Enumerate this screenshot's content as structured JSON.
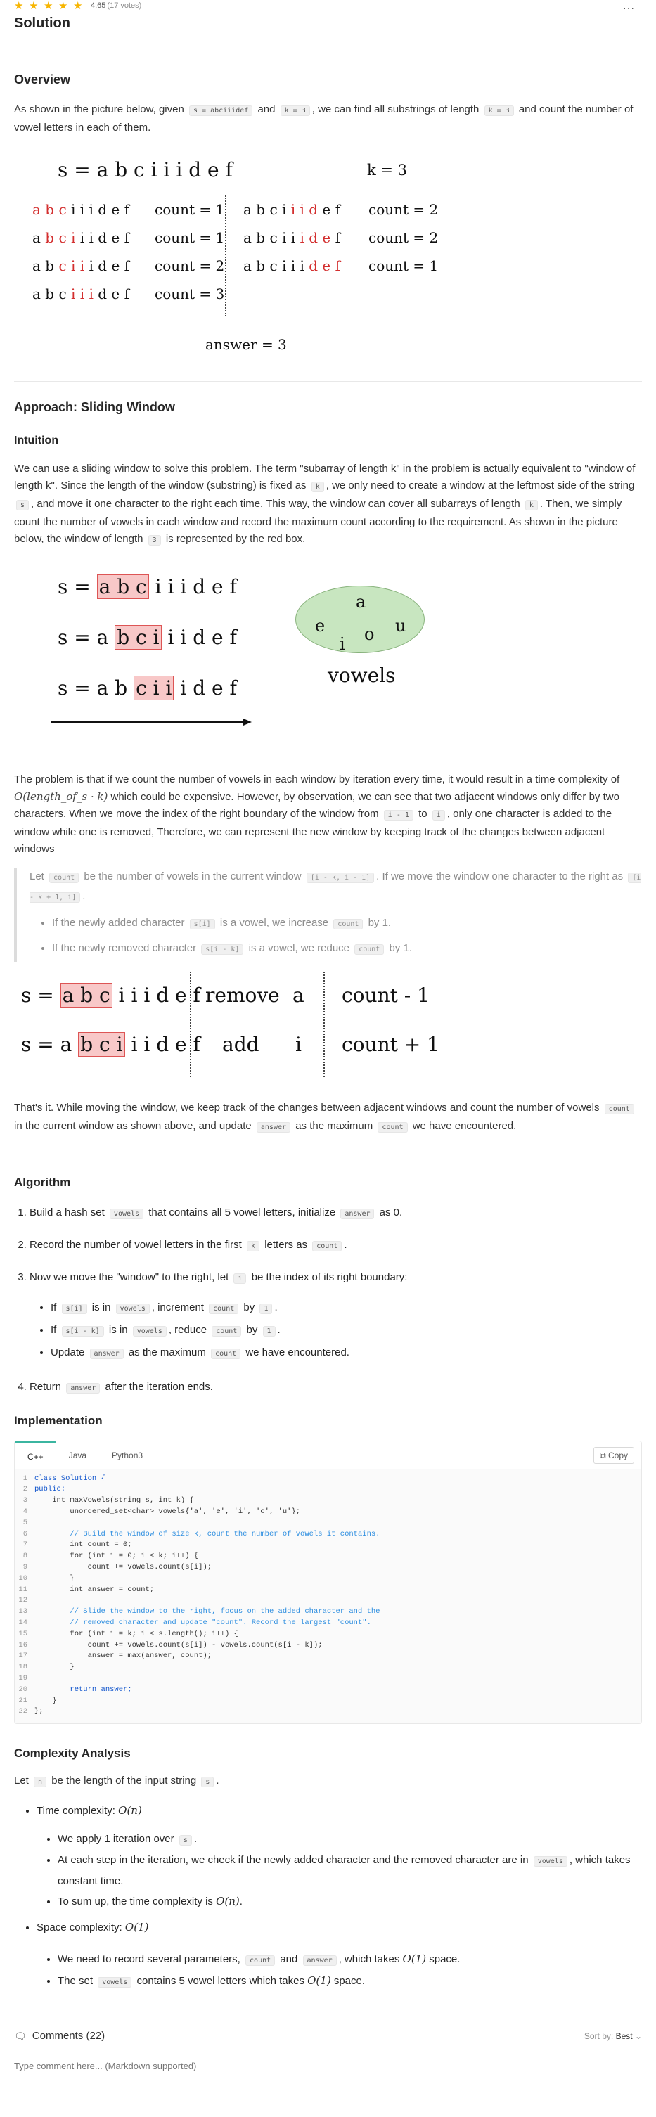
{
  "header": {
    "stars": 5,
    "rating": "4.65",
    "votes": "(17 votes)",
    "more_label": "···",
    "title": "Solution"
  },
  "overview": {
    "heading": "Overview",
    "p1_a": "As shown in the picture below, given",
    "p1_code1": "s = abciiidef",
    "p1_b": "and",
    "p1_code2": "k = 3",
    "p1_c": ", we can find all substrings of length",
    "p1_code3": "k = 3",
    "p1_d": "and count the number of vowel letters in each of them.",
    "fig": {
      "s_label": "s = a b c i i i d e f",
      "k_label": "k = 3",
      "left_rows": [
        {
          "pre": "",
          "hl": "a b c",
          "post": " i i i d e f",
          "count": "count = 1"
        },
        {
          "pre": "a ",
          "hl": "b c i",
          "post": " i i d e f",
          "count": "count = 1"
        },
        {
          "pre": "a b ",
          "hl": "c i i",
          "post": " i d e f",
          "count": "count = 2"
        },
        {
          "pre": "a b c ",
          "hl": "i i i",
          "post": " d e f",
          "count": "count = 3"
        }
      ],
      "right_rows": [
        {
          "pre": "a b c i ",
          "hl": "i i d",
          "post": " e f",
          "count": "count = 2"
        },
        {
          "pre": "a b c i i ",
          "hl": "i d e",
          "post": " f",
          "count": "count = 2"
        },
        {
          "pre": "a b c i i i ",
          "hl": "d e f",
          "post": "",
          "count": "count = 1"
        }
      ],
      "answer": "answer = 3"
    }
  },
  "approach": {
    "heading": "Approach: Sliding Window",
    "intuition_heading": "Intuition",
    "p1_a": "We can use a sliding window to solve this problem. The term \"subarray of length k\" in the problem is actually equivalent to \"window of length k\". Since the length of the window (substring) is fixed as",
    "p1_code1": "k",
    "p1_b": ", we only need to create a window at the leftmost side of the string",
    "p1_code2": "s",
    "p1_c": ", and move it one character to the right each time. This way, the window can cover all subarrays of length",
    "p1_code3": "k",
    "p1_d": ". Then, we simply count the number of vowels in each window and record the maximum count according to the requirement. As shown in the picture below, the window of length",
    "p1_code4": "3",
    "p1_e": "is represented by the red box.",
    "fig2": {
      "row1": {
        "pre": "s = ",
        "hl": "a b c",
        "post": " i i i d e f"
      },
      "row2": {
        "pre": "s = a ",
        "hl": "b c i",
        "post": " i i d e f"
      },
      "row3": {
        "pre": "s = a b ",
        "hl": "c i i",
        "post": " i d e f"
      },
      "vowel_letters": [
        "a",
        "e",
        "o",
        "u",
        "i"
      ],
      "vowels_label": "vowels"
    },
    "p2_a": "The problem is that if we count the number of vowels in each window by iteration every time, it would result in a time complexity of",
    "p2_math": "O(length_of_s · k)",
    "p2_b": "which could be expensive. However, by observation, we can see that two adjacent windows only differ by two characters. When we move the index of the right boundary of the window from",
    "p2_code1": "i - 1",
    "p2_c": "to",
    "p2_code2": "i",
    "p2_d": ", only one character is added to the window while one is removed, Therefore, we can represent the new window by keeping track of the changes between adjacent windows",
    "quote": {
      "a": "Let",
      "code1": "count",
      "b": "be the number of vowels in the current window",
      "code2": "[i - k, i - 1]",
      "c": ". If we move the window one character to the right as",
      "code3": "[i - k + 1, i]",
      "d": ".",
      "li1_a": "If the newly added character",
      "li1_code1": "s[i]",
      "li1_b": "is a vowel, we increase",
      "li1_code2": "count",
      "li1_c": "by 1.",
      "li2_a": "If the newly removed character",
      "li2_code1": "s[i - k]",
      "li2_b": "is a vowel, we reduce",
      "li2_code2": "count",
      "li2_c": "by 1."
    },
    "fig3": {
      "row1": {
        "pre": "s = ",
        "hl": "a b c",
        "post": " i i i d e f",
        "op": "remove",
        "ch": "a",
        "res": "count - 1"
      },
      "row2": {
        "pre": "s = a ",
        "hl": "b c i",
        "post": " i i d e f",
        "op": "add",
        "ch": "i",
        "res": "count + 1"
      }
    },
    "p3_a": "That's it. While moving the window, we keep track of the changes between adjacent windows and count the number of vowels",
    "p3_code1": "count",
    "p3_b": "in the current window as shown above, and update",
    "p3_code2": "answer",
    "p3_c": "as the maximum",
    "p3_code3": "count",
    "p3_d": "we have encountered."
  },
  "algorithm": {
    "heading": "Algorithm",
    "s1_a": "Build a hash set",
    "s1_code1": "vowels",
    "s1_b": "that contains all 5 vowel letters, initialize",
    "s1_code2": "answer",
    "s1_c": "as 0.",
    "s2_a": "Record the number of vowel letters in the first",
    "s2_code1": "k",
    "s2_b": "letters as",
    "s2_code2": "count",
    "s2_c": ".",
    "s3_a": "Now we move the \"window\" to the right, let",
    "s3_code1": "i",
    "s3_b": "be the index of its right boundary:",
    "s3_li1_a": "If",
    "s3_li1_code1": "s[i]",
    "s3_li1_b": "is in",
    "s3_li1_code2": "vowels",
    "s3_li1_c": ", increment",
    "s3_li1_code3": "count",
    "s3_li1_d": "by",
    "s3_li1_code4": "1",
    "s3_li1_e": ".",
    "s3_li2_a": "If",
    "s3_li2_code1": "s[i - k]",
    "s3_li2_b": "is in",
    "s3_li2_code2": "vowels",
    "s3_li2_c": ", reduce",
    "s3_li2_code3": "count",
    "s3_li2_d": "by",
    "s3_li2_code4": "1",
    "s3_li2_e": ".",
    "s3_li3_a": "Update",
    "s3_li3_code1": "answer",
    "s3_li3_b": "as the maximum",
    "s3_li3_code2": "count",
    "s3_li3_c": "we have encountered.",
    "s4_a": "Return",
    "s4_code1": "answer",
    "s4_b": "after the iteration ends."
  },
  "implementation": {
    "heading": "Implementation",
    "tabs": [
      "C++",
      "Java",
      "Python3"
    ],
    "active_tab": "C++",
    "copy_label": "Copy",
    "code_lines": [
      "class Solution {",
      "public:",
      "    int maxVowels(string s, int k) {",
      "        unordered_set<char> vowels{'a', 'e', 'i', 'o', 'u'};",
      "",
      "        // Build the window of size k, count the number of vowels it contains.",
      "        int count = 0;",
      "        for (int i = 0; i < k; i++) {",
      "            count += vowels.count(s[i]);",
      "        }",
      "        int answer = count;",
      "",
      "        // Slide the window to the right, focus on the added character and the",
      "        // removed character and update \"count\". Record the largest \"count\".",
      "        for (int i = k; i < s.length(); i++) {",
      "            count += vowels.count(s[i]) - vowels.count(s[i - k]);",
      "            answer = max(answer, count);",
      "        }",
      "",
      "        return answer;",
      "    }",
      "};"
    ]
  },
  "complexity": {
    "heading": "Complexity Analysis",
    "p_a": "Let",
    "p_code1": "n",
    "p_b": "be the length of the input string",
    "p_code2": "s",
    "p_c": ".",
    "time_label": "Time complexity:",
    "time_val": "O(n)",
    "t1_a": "We apply 1 iteration over",
    "t1_code1": "s",
    "t1_b": ".",
    "t2_a": "At each step in the iteration, we check if the newly added character and the removed character are in",
    "t2_code1": "vowels",
    "t2_b": ", which takes constant time.",
    "t3_a": "To sum up, the time complexity is",
    "t3_math": "O(n)",
    "t3_b": ".",
    "space_label": "Space complexity:",
    "space_val": "O(1)",
    "sp1_a": "We need to record several parameters,",
    "sp1_code1": "count",
    "sp1_b": "and",
    "sp1_code2": "answer",
    "sp1_c": ", which takes",
    "sp1_math": "O(1)",
    "sp1_d": "space.",
    "sp2_a": "The set",
    "sp2_code1": "vowels",
    "sp2_b": "contains 5 vowel letters which takes",
    "sp2_math": "O(1)",
    "sp2_c": "space."
  },
  "comments": {
    "label": "Comments (22)",
    "sort_label": "Sort by:",
    "sort_value": "Best",
    "input_placeholder": "Type comment here... (Markdown supported)"
  },
  "colors": {
    "accent": "#3bb5a0",
    "highlight": "#f8c8c8",
    "red": "#d32f2f",
    "vowel_ellipse": "#c8e6c0"
  }
}
